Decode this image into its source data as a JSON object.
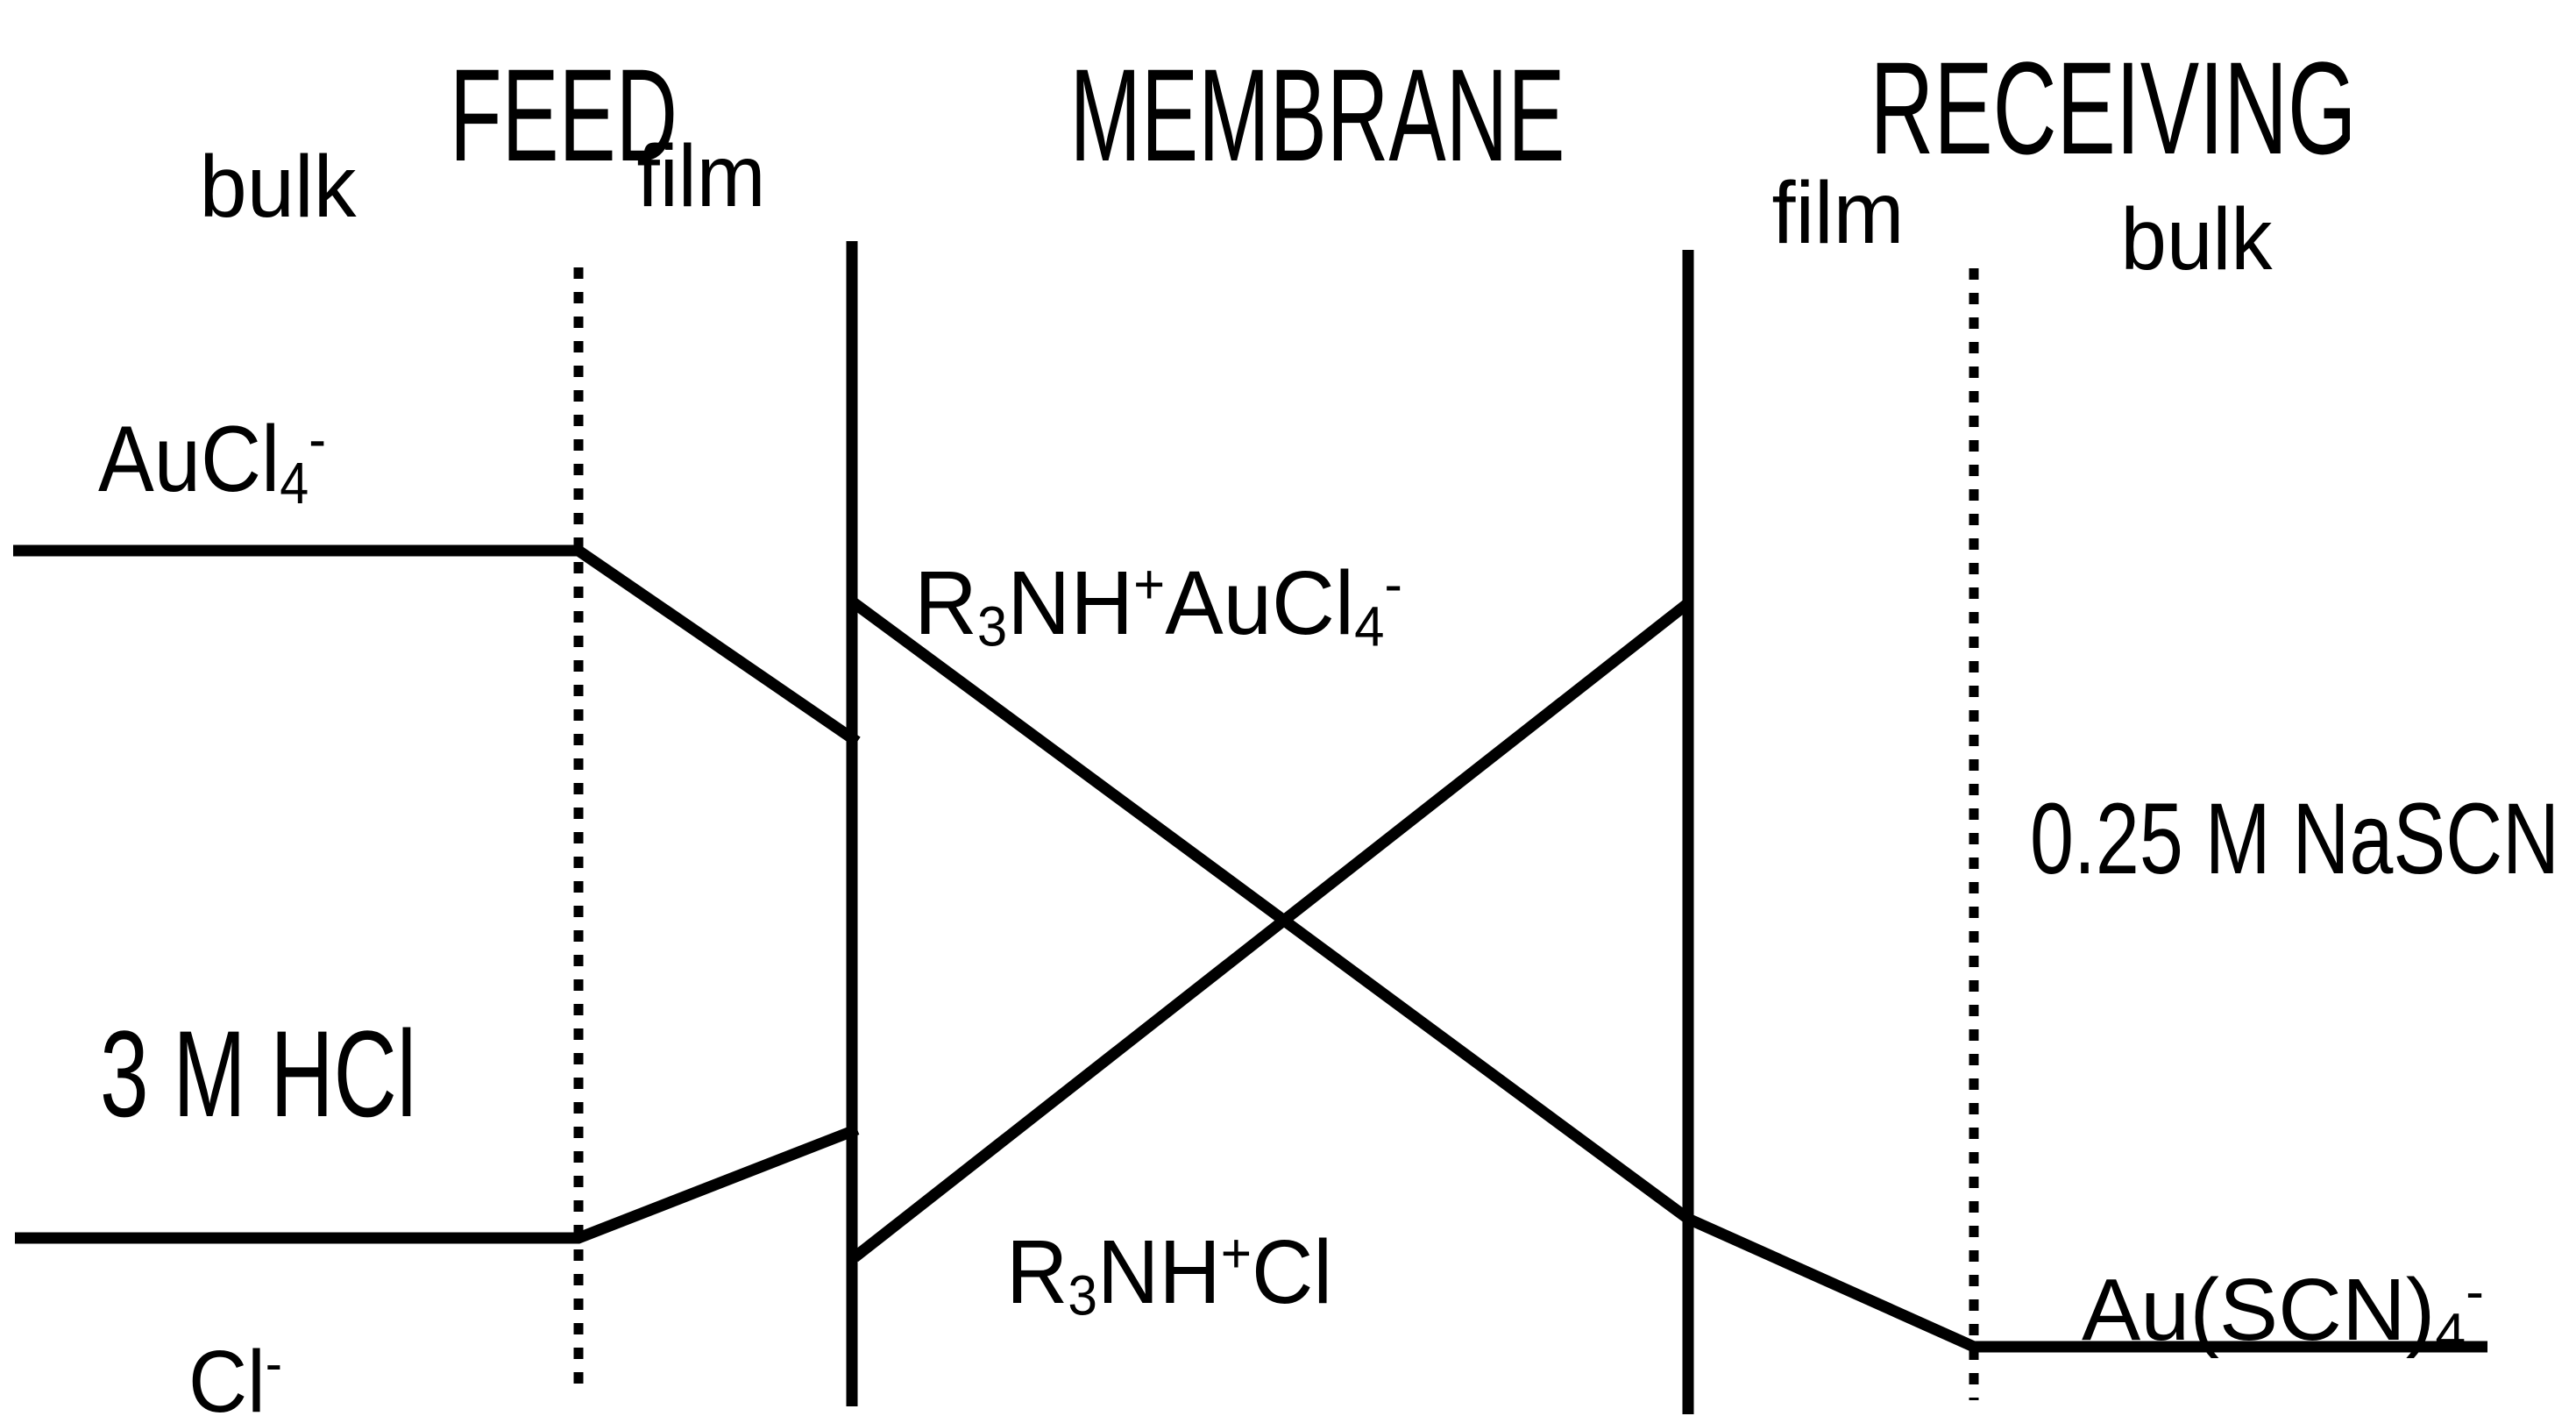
{
  "header": {
    "feed": "FEED",
    "membrane": "MEMBRANE",
    "receiving": "RECEIVING"
  },
  "feed": {
    "bulk_label": "bulk",
    "film_label": "film",
    "species_gold": "AuCl₄⁻",
    "solution": "3 M HCl",
    "species_chloride": "Cl⁻"
  },
  "membrane": {
    "complex_gold": "R₃NH⁺AuCl₄⁻",
    "complex_chloride": "R₃NH⁺Cl"
  },
  "receiving": {
    "film_label": "film",
    "bulk_label": "bulk",
    "solution": "0.25 M NaSCN",
    "species_gold": "Au(SCN)₄⁻"
  },
  "colors": {
    "ink": "#000000",
    "background": "#ffffff"
  }
}
